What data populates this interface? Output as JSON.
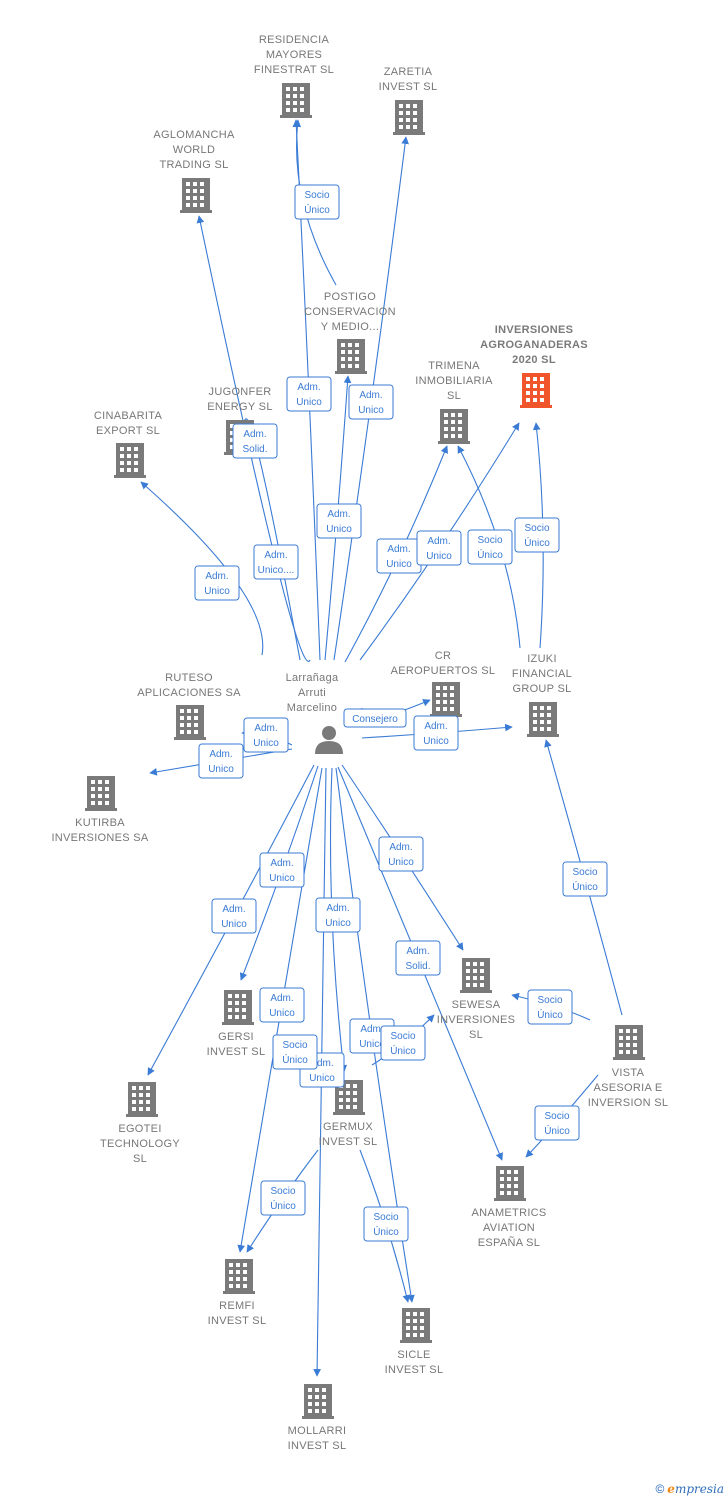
{
  "colors": {
    "edge": "#3a7bd5",
    "node": "#7a7a7a",
    "focus": "#f0552b"
  },
  "person": {
    "id": "p",
    "label": [
      "Larrañaga",
      "Arruti",
      "Marcelino"
    ]
  },
  "companies": [
    {
      "id": "residencia",
      "label": [
        "RESIDENCIA",
        "MAYORES",
        "FINESTRAT  SL"
      ]
    },
    {
      "id": "zaretia",
      "label": [
        "ZARETIA",
        "INVEST  SL"
      ]
    },
    {
      "id": "aglomancha",
      "label": [
        "AGLOMANCHA",
        "WORLD",
        "TRADING  SL"
      ]
    },
    {
      "id": "postigo",
      "label": [
        "POSTIGO",
        "CONSERVACION",
        "Y MEDIO..."
      ]
    },
    {
      "id": "inversiones",
      "label": [
        "INVERSIONES",
        "AGROGANADERAS",
        "2020  SL"
      ],
      "focus": true
    },
    {
      "id": "trimena",
      "label": [
        "TRIMENA",
        "INMOBILIARIA",
        "SL"
      ]
    },
    {
      "id": "jugonfer",
      "label": [
        "JUGONFER",
        "ENERGY SL"
      ]
    },
    {
      "id": "cinabarita",
      "label": [
        "CINABARITA",
        "EXPORT  SL"
      ]
    },
    {
      "id": "cr",
      "label": [
        "CR",
        "AEROPUERTOS SL"
      ]
    },
    {
      "id": "izuki",
      "label": [
        "IZUKI",
        "FINANCIAL",
        "GROUP  SL"
      ]
    },
    {
      "id": "ruteso",
      "label": [
        "RUTESO",
        "APLICACIONES SA"
      ]
    },
    {
      "id": "kutirba",
      "label": [
        "KUTIRBA",
        "INVERSIONES SA"
      ]
    },
    {
      "id": "sewesa",
      "label": [
        "SEWESA",
        "INVERSIONES",
        "SL"
      ]
    },
    {
      "id": "vista",
      "label": [
        "VISTA",
        "ASESORIA E",
        "INVERSION SL"
      ]
    },
    {
      "id": "gersi",
      "label": [
        "GERSI",
        "INVEST  SL"
      ]
    },
    {
      "id": "egotei",
      "label": [
        "EGOTEI",
        "TECHNOLOGY",
        "SL"
      ]
    },
    {
      "id": "germux",
      "label": [
        "GERMUX",
        "INVEST  SL"
      ]
    },
    {
      "id": "anametrics",
      "label": [
        "ANAMETRICS",
        "AVIATION",
        "ESPAÑA  SL"
      ]
    },
    {
      "id": "remfi",
      "label": [
        "REMFI",
        "INVEST  SL"
      ]
    },
    {
      "id": "sicle",
      "label": [
        "SICLE",
        "INVEST  SL"
      ]
    },
    {
      "id": "mollarri",
      "label": [
        "MOLLARRI",
        "INVEST  SL"
      ]
    }
  ],
  "relations": [
    {
      "from": "p",
      "to": "residencia",
      "label": [
        "Adm.",
        "Unico"
      ]
    },
    {
      "from": "postigo",
      "to": "residencia",
      "label": [
        "Socio",
        "Único"
      ]
    },
    {
      "from": "p",
      "to": "zaretia",
      "label": [
        "Adm.",
        "Unico"
      ]
    },
    {
      "from": "p",
      "to": "aglomancha",
      "label": [
        "Adm.",
        "Unico...."
      ]
    },
    {
      "from": "p",
      "to": "postigo",
      "label": [
        "Adm.",
        "Unico"
      ]
    },
    {
      "from": "p",
      "to": "jugonfer",
      "label": [
        "Adm.",
        "Solid."
      ]
    },
    {
      "from": "p",
      "to": "cinabarita",
      "label": [
        "Adm.",
        "Unico"
      ]
    },
    {
      "from": "p",
      "to": "trimena",
      "label": [
        "Adm.",
        "Unico"
      ]
    },
    {
      "from": "p",
      "to": "inversiones",
      "label": [
        "Adm.",
        "Unico"
      ]
    },
    {
      "from": "izuki",
      "to": "trimena",
      "label": [
        "Socio",
        "Único"
      ]
    },
    {
      "from": "izuki",
      "to": "inversiones",
      "label": [
        "Socio",
        "Único"
      ]
    },
    {
      "from": "p",
      "to": "cr",
      "label": [
        "Consejero"
      ]
    },
    {
      "from": "p",
      "to": "izuki",
      "label": [
        "Adm.",
        "Unico"
      ]
    },
    {
      "from": "p",
      "to": "ruteso",
      "label": [
        "Adm.",
        "Unico"
      ]
    },
    {
      "from": "p",
      "to": "kutirba",
      "label": [
        "Adm.",
        "Unico"
      ]
    },
    {
      "from": "vista",
      "to": "izuki",
      "label": [
        "Socio",
        "Único"
      ]
    },
    {
      "from": "vista",
      "to": "sewesa",
      "label": [
        "Socio",
        "Único"
      ]
    },
    {
      "from": "vista",
      "to": "anametrics",
      "label": [
        "Socio",
        "Único"
      ]
    },
    {
      "from": "p",
      "to": "sewesa",
      "label": [
        "Adm.",
        "Unico"
      ]
    },
    {
      "from": "p",
      "to": "anametrics",
      "label": [
        "Adm.",
        "Solid."
      ]
    },
    {
      "from": "p",
      "to": "gersi",
      "label": [
        "Adm.",
        "Unico"
      ]
    },
    {
      "from": "p",
      "to": "egotei",
      "label": [
        "Adm.",
        "Unico"
      ]
    },
    {
      "from": "p",
      "to": "germux",
      "label": [
        "Adm.",
        "Unico"
      ]
    },
    {
      "from": "p",
      "to": "remfi",
      "label": [
        "Adm.",
        "Unico"
      ]
    },
    {
      "from": "p",
      "to": "sicle",
      "label": [
        "Adm.",
        "Unico"
      ]
    },
    {
      "from": "p",
      "to": "mollarri",
      "label": [
        "Adm.",
        "Unico"
      ]
    },
    {
      "from": "germux",
      "to": "sewesa",
      "label": [
        "Socio",
        "Único"
      ]
    },
    {
      "from": "germux",
      "to": "remfi",
      "label": [
        "Socio",
        "Único"
      ]
    },
    {
      "from": "germux",
      "to": "sicle",
      "label": [
        "Socio",
        "Único"
      ]
    },
    {
      "from": "gersi",
      "to": "germux",
      "label": [
        "Socio",
        "Único"
      ]
    }
  ],
  "footer": {
    "copyright": "©",
    "brand_initial": "e",
    "brand_rest": "mpresia"
  }
}
